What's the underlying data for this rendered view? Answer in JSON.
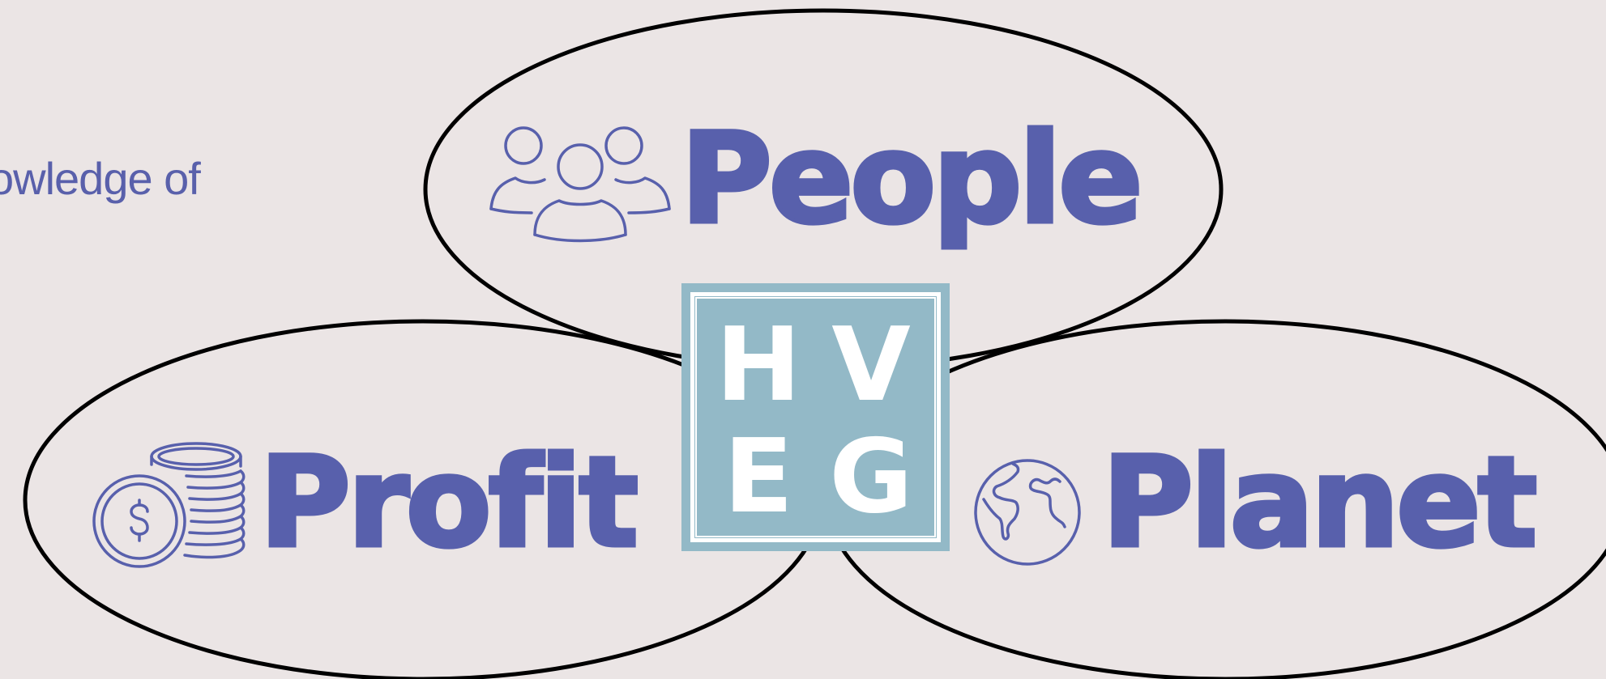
{
  "partial_text": "owledge of",
  "labels": {
    "people": "People",
    "profit": "Profit",
    "planet": "Planet"
  },
  "logo": {
    "letters": [
      "H",
      "V",
      "E",
      "G"
    ],
    "background_color": "#93b9c7",
    "letter_color": "#ffffff"
  },
  "icons": {
    "people": "people-group-icon",
    "profit": "dollar-coins-icon",
    "planet": "globe-icon"
  },
  "colors": {
    "background": "#ebe5e5",
    "accent": "#5860ac",
    "outline": "#000000"
  }
}
